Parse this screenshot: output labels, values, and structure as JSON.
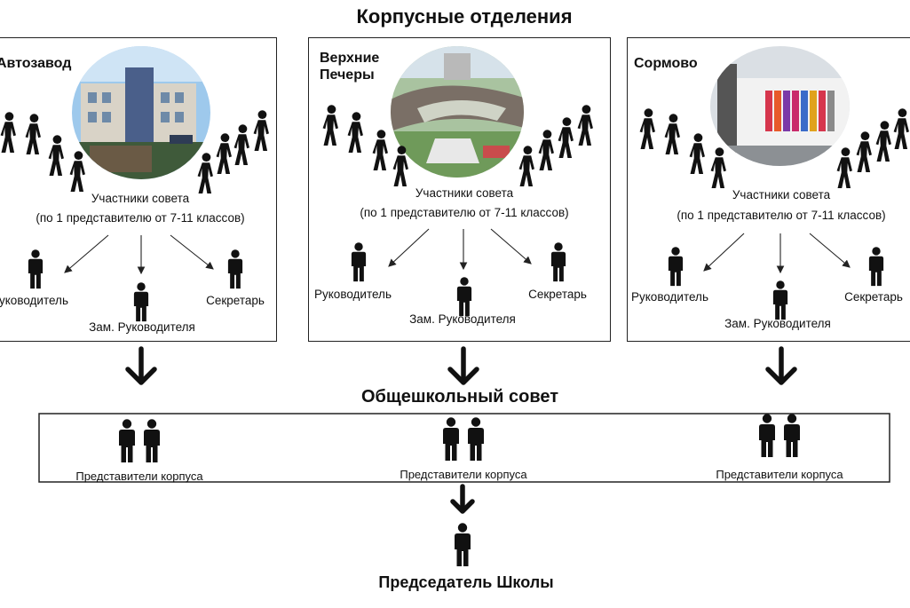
{
  "title": "Корпусные отделения",
  "branches": [
    {
      "name": "Автозавод",
      "members_label": "Участники совета",
      "members_note": "(по 1 представителю от 7-11 классов)",
      "roles": {
        "leader": "Руководитель",
        "deputy": "Зам. Руководителя",
        "secretary": "Секретарь"
      }
    },
    {
      "name": "Верхние\nПечеры",
      "members_label": "Участники совета",
      "members_note": "(по 1 представителю от 7-11 классов)",
      "roles": {
        "leader": "Руководитель",
        "deputy": "Зам. Руководителя",
        "secretary": "Секретарь"
      }
    },
    {
      "name": "Сормово",
      "members_label": "Участники совета",
      "members_note": "(по 1 представителю от 7-11 классов)",
      "roles": {
        "leader": "Руководитель",
        "deputy": "Зам. Руководителя",
        "secretary": "Секретарь"
      }
    }
  ],
  "council": {
    "title": "Общешкольный совет",
    "representatives": [
      "Представители корпуса",
      "Представители корпуса",
      "Представители корпуса"
    ]
  },
  "chair": "Председатель Школы",
  "colors": {
    "ink": "#111111",
    "border": "#222222"
  },
  "icons": {
    "person": "person-icon",
    "photo": "building-photo"
  }
}
